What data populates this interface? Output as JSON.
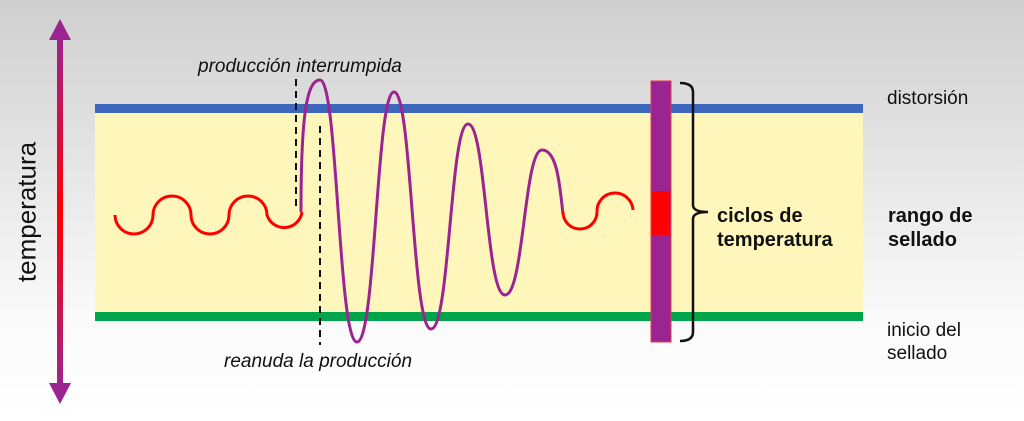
{
  "axis_label": "temperatura",
  "annotations": {
    "interrupted": "producción interrumpida",
    "resumed": "reanuda la producción",
    "cycles": [
      "ciclos de",
      "temperatura"
    ]
  },
  "levels": {
    "distortion": "distorsión",
    "seal_range": [
      "rango de",
      "sellado"
    ],
    "seal_start": [
      "inicio del",
      "sellado"
    ]
  },
  "colors": {
    "band": "#fff6bb",
    "distortion_line": "#3d66bd",
    "seal_start_line": "#00a54b",
    "stable": "#ff0000",
    "cycling": "#9b2590"
  }
}
